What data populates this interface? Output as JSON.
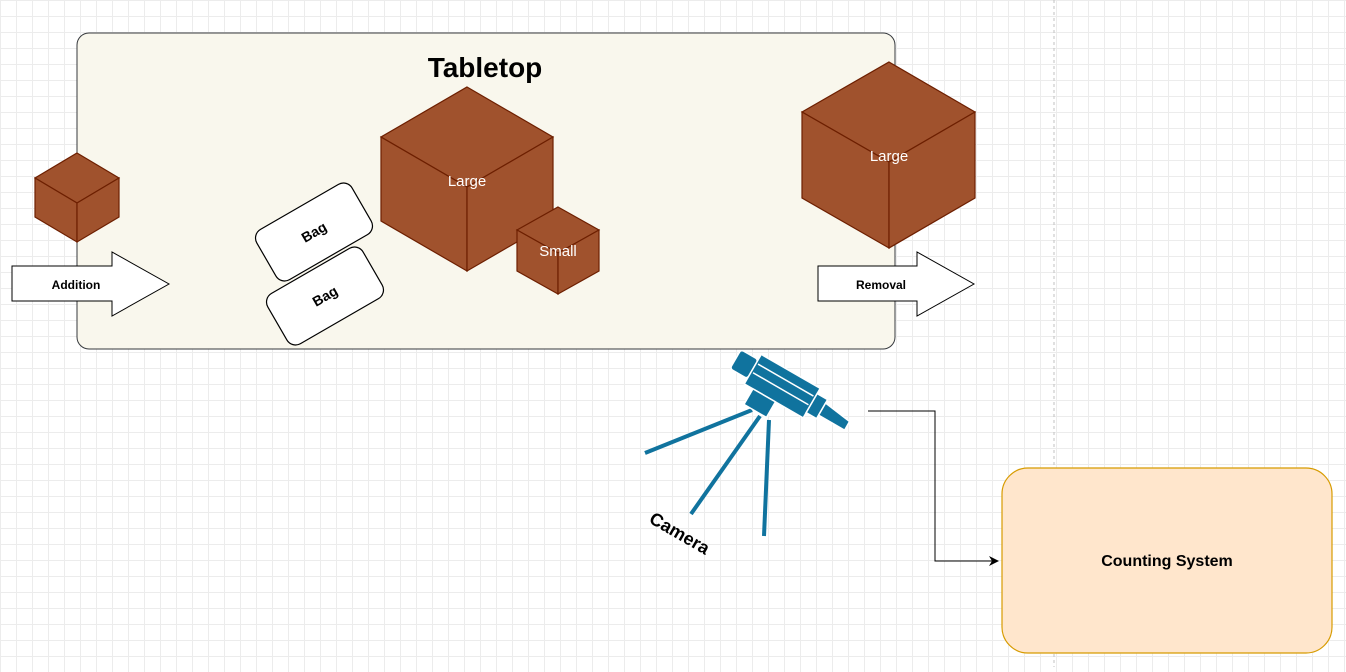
{
  "diagram": {
    "tabletop": {
      "label": "Tabletop"
    },
    "addition_arrow": {
      "label": "Addition"
    },
    "removal_arrow": {
      "label": "Removal"
    },
    "bags": [
      {
        "label": "Bag"
      },
      {
        "label": "Bag"
      }
    ],
    "boxes": {
      "large_center": {
        "label": "Large"
      },
      "small": {
        "label": "Small"
      },
      "large_right": {
        "label": "Large"
      }
    },
    "camera": {
      "label": "Camera"
    },
    "counting_system": {
      "label": "Counting System"
    }
  },
  "colors": {
    "cube_fill": "#a0522d",
    "cube_stroke": "#6d1f00",
    "tabletop_fill": "#f9f7ed",
    "camera_blue": "#10739e",
    "counting_fill": "#ffe6cc",
    "counting_stroke": "#d79b00"
  }
}
